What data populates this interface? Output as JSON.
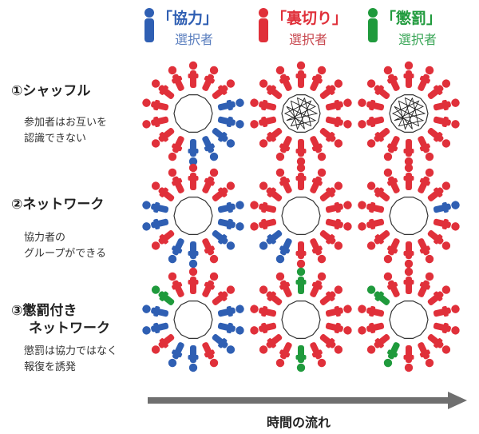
{
  "colors": {
    "cooperate": "#2f5fb3",
    "defect": "#e0303a",
    "punish": "#1f9a3c",
    "arrow": "#6f6f6f"
  },
  "legend": [
    {
      "key": "cooperate",
      "title": "「協力」",
      "sub": "選択者",
      "sub_color": "#5b7fbf"
    },
    {
      "key": "defect",
      "title": "「裏切り」",
      "sub": "選択者",
      "sub_color": "#c8484f"
    },
    {
      "key": "punish",
      "title": "「懲罰」",
      "sub": "選択者",
      "sub_color": "#3aa657"
    }
  ],
  "rows": [
    {
      "title": [
        "①シャッフル"
      ],
      "note": [
        "参加者はお互いを",
        "認識できない"
      ]
    },
    {
      "title": [
        "②ネットワーク"
      ],
      "note": [
        "協力者の",
        "グループができる"
      ]
    },
    {
      "title": [
        "③懲罰付き",
        "ネットワーク"
      ],
      "note": [
        "懲罰は協力ではなく",
        "報復を誘発"
      ]
    }
  ],
  "rings": [
    {
      "id": "r1c1",
      "people": [
        "D",
        "D",
        "D",
        "C",
        "C",
        "C",
        "C",
        "C",
        "D",
        "D",
        "D",
        "D",
        "D",
        "D"
      ],
      "tangled": false
    },
    {
      "id": "r1c2",
      "people": [
        "D",
        "D",
        "D",
        "D",
        "D",
        "D",
        "D",
        "D",
        "D",
        "D",
        "D",
        "D",
        "D",
        "D"
      ],
      "tangled": true
    },
    {
      "id": "r1c3",
      "people": [
        "D",
        "D",
        "D",
        "D",
        "D",
        "D",
        "D",
        "D",
        "D",
        "D",
        "D",
        "D",
        "D",
        "D"
      ],
      "tangled": true
    },
    {
      "id": "r2c1",
      "people": [
        "D",
        "D",
        "D",
        "C",
        "C",
        "C",
        "D",
        "C",
        "C",
        "D",
        "C",
        "C",
        "D",
        "D"
      ],
      "tangled": false
    },
    {
      "id": "r2c2",
      "people": [
        "D",
        "D",
        "D",
        "D",
        "D",
        "D",
        "D",
        "D",
        "C",
        "C",
        "D",
        "D",
        "D",
        "D"
      ],
      "tangled": false
    },
    {
      "id": "r2c3",
      "people": [
        "D",
        "D",
        "D",
        "C",
        "D",
        "D",
        "D",
        "D",
        "D",
        "D",
        "D",
        "D",
        "D",
        "D"
      ],
      "tangled": false
    },
    {
      "id": "r3c1",
      "people": [
        "D",
        "D",
        "D",
        "C",
        "C",
        "C",
        "D",
        "C",
        "C",
        "D",
        "C",
        "C",
        "P",
        "D"
      ],
      "tangled": false
    },
    {
      "id": "r3c2",
      "people": [
        "P",
        "D",
        "D",
        "D",
        "D",
        "D",
        "D",
        "P",
        "D",
        "D",
        "D",
        "D",
        "D",
        "D"
      ],
      "tangled": false
    },
    {
      "id": "r3c3",
      "people": [
        "D",
        "D",
        "D",
        "D",
        "D",
        "D",
        "D",
        "D",
        "P",
        "D",
        "D",
        "D",
        "P",
        "D"
      ],
      "tangled": false
    }
  ],
  "timeline": {
    "label": "時間の流れ"
  }
}
